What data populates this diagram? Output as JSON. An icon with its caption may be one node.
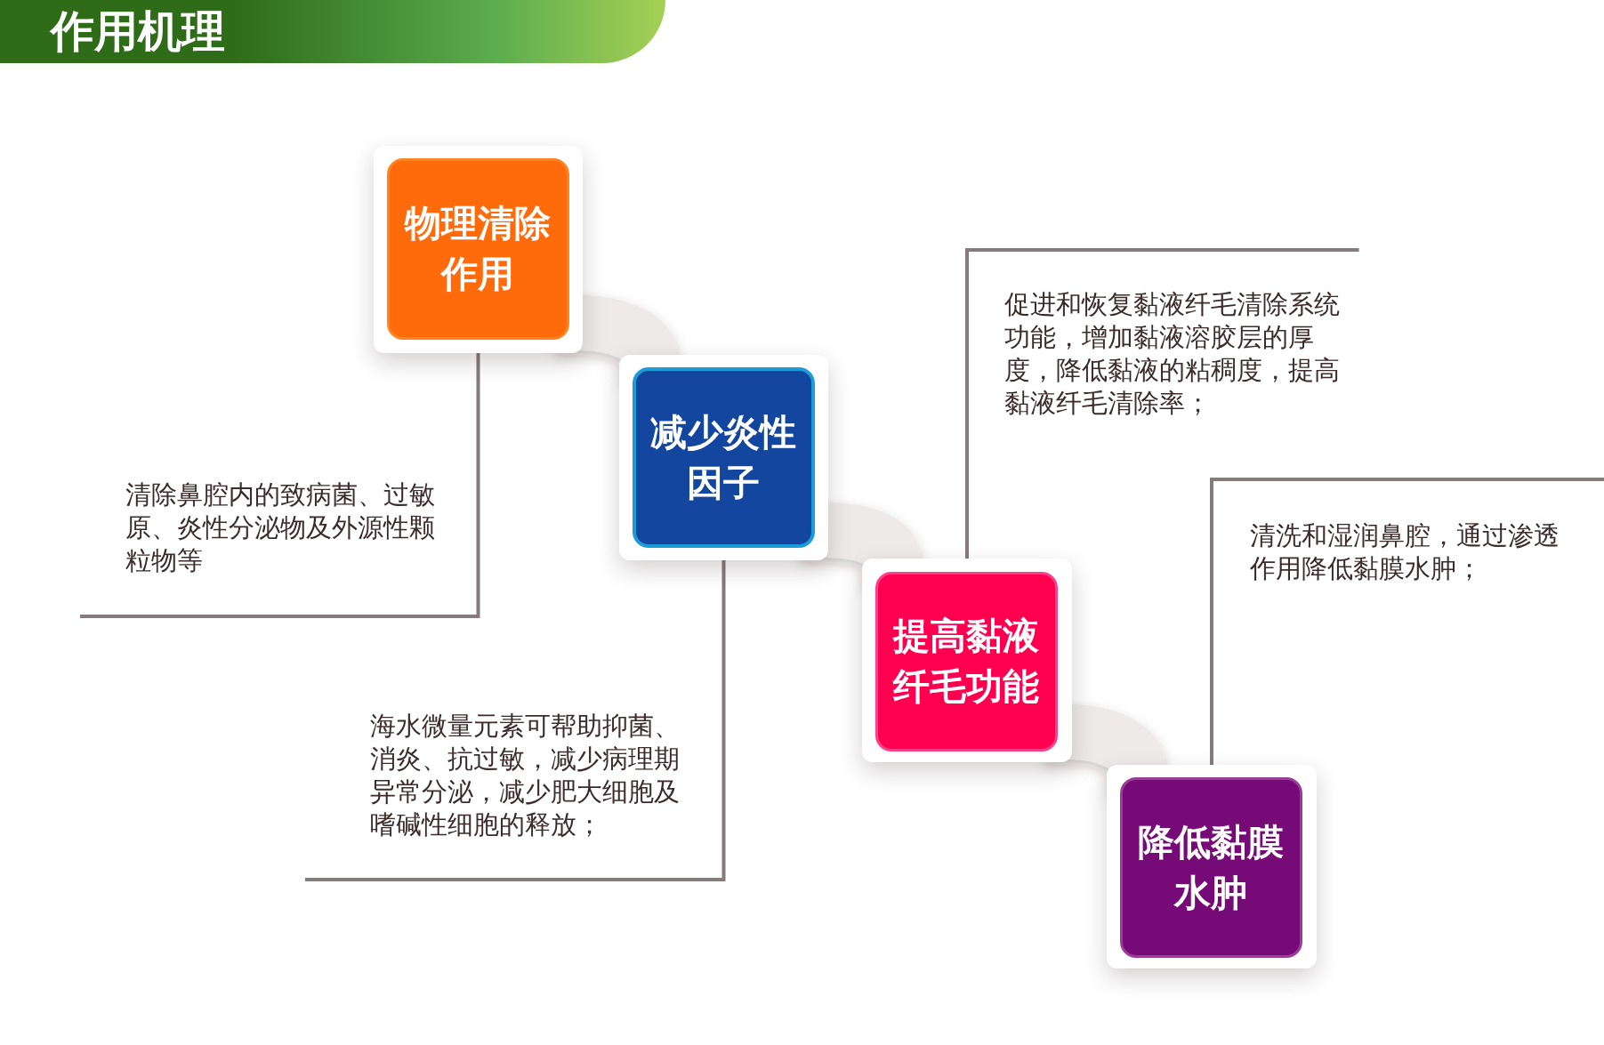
{
  "diagram": {
    "title": "作用机理",
    "nodes": [
      {
        "text": [],
        "shape": "box"
      },
      {
        "text": [
          "物理清除作用"
        ],
        "in": 0
      },
      {
        "text": [],
        "shape": "box"
      },
      {
        "text": [
          "减少炎性因子"
        ],
        "in": 2
      },
      {
        "text": [],
        "shape": "box"
      },
      {
        "text": [
          "提高黏液纤毛功能"
        ],
        "in": 4
      },
      {
        "text": [],
        "shape": "box"
      },
      {
        "text": [
          "降低黏膜水肿"
        ],
        "in": 6
      },
      {
        "text": [
          "清除鼻腔内的致病菌、过敏原、炎性分泌物及外源性颗粒物等"
        ]
      },
      {
        "text": [
          "海水微量元素可帮助抑菌、消炎、抗过敏，减少病理期异常分泌，减少肥大细胞及嗜碱性细胞的释放；"
        ]
      },
      {
        "text": [
          "促进和恢复黏液纤毛清除系统功能，增加黏液溶胶层的厚度，降低黏液的粘稠度，提高黏液纤毛清除率；"
        ]
      },
      {
        "text": [
          "清洗和湿润鼻腔，通过渗透作用降低黏膜水肿；"
        ]
      }
    ],
    "edges": [
      {
        "from": 0,
        "to": 2,
        "arrow": "none",
        "style": "thick",
        "color": "#eeeaea"
      },
      {
        "from": 2,
        "to": 4,
        "arrow": "none",
        "style": "thick",
        "color": "#eeeaea"
      },
      {
        "from": 4,
        "to": 6,
        "arrow": "none",
        "style": "thick",
        "color": "#eeeaea"
      },
      {
        "from": 8,
        "to": 0,
        "arrow": "none"
      },
      {
        "from": 9,
        "to": 2,
        "arrow": "none"
      },
      {
        "from": 10,
        "to": 4,
        "arrow": "none"
      },
      {
        "from": 11,
        "to": 6,
        "arrow": "none"
      }
    ]
  }
}
